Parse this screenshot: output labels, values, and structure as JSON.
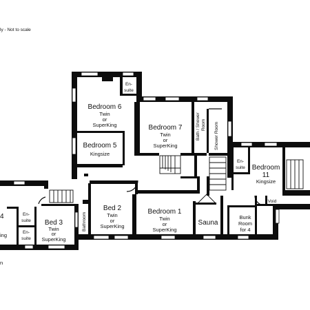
{
  "header_note": "ly - Not to scale",
  "footer_fragment": "n",
  "rooms": {
    "bedroom6": {
      "name": "Bedroom 6",
      "l1": "Twin",
      "l2": "or",
      "l3": "SuperKing"
    },
    "ensuite_top": {
      "l1": "En-",
      "l2": "suite"
    },
    "bedroom5": {
      "name": "Bedroom 5",
      "l1": "Kingsize"
    },
    "bedroom7": {
      "name": "Bedroom 7",
      "l1": "Twin",
      "l2": "or",
      "l3": "SuperKing"
    },
    "bath_shower": {
      "l1": "Bath / Shower",
      "l2": "Room"
    },
    "shower_room": {
      "name": "Shower Room"
    },
    "ensuite_right": {
      "l1": "En-",
      "l2": "suite"
    },
    "bedroom11": {
      "name": "Bedroom",
      "num": "11",
      "l1": "Kingsize"
    },
    "bed2": {
      "name": "Bed 2",
      "l1": "Twin",
      "l2": "or",
      "l3": "SuperKing"
    },
    "bathroom": {
      "name": "Bathroom"
    },
    "bedroom1": {
      "name": "Bedroom 1",
      "l1": "Twin",
      "l2": "or",
      "l3": "SuperKing"
    },
    "sauna": {
      "name": "Sauna"
    },
    "void": {
      "name": "Void"
    },
    "bunk": {
      "l1": "Bunk",
      "l2": "Room",
      "l3": "for 4"
    },
    "bed3": {
      "name": "Bed 3",
      "l1": "Twin",
      "l2": "or",
      "l3": "SuperKing"
    },
    "ensuite_left_top": {
      "l1": "En-",
      "l2": "suite"
    },
    "ensuite_left_bottom": {
      "l1": "En-",
      "l2": "suite"
    },
    "left_fragments": {
      "a": "4",
      "b": "ing"
    }
  }
}
